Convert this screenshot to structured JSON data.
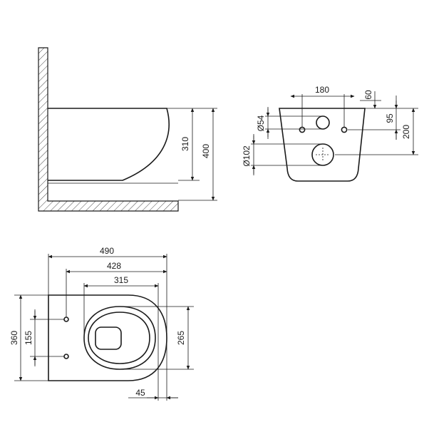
{
  "side_view": {
    "dim_310": "310",
    "dim_400": "400"
  },
  "front_view": {
    "dim_180": "180",
    "dim_60": "60",
    "dim_95": "95",
    "dim_200": "200",
    "dim_d54": "Ø54",
    "dim_d102": "Ø102"
  },
  "top_view": {
    "dim_490": "490",
    "dim_428": "428",
    "dim_315": "315",
    "dim_360": "360",
    "dim_155": "155",
    "dim_265": "265",
    "dim_45": "45"
  }
}
